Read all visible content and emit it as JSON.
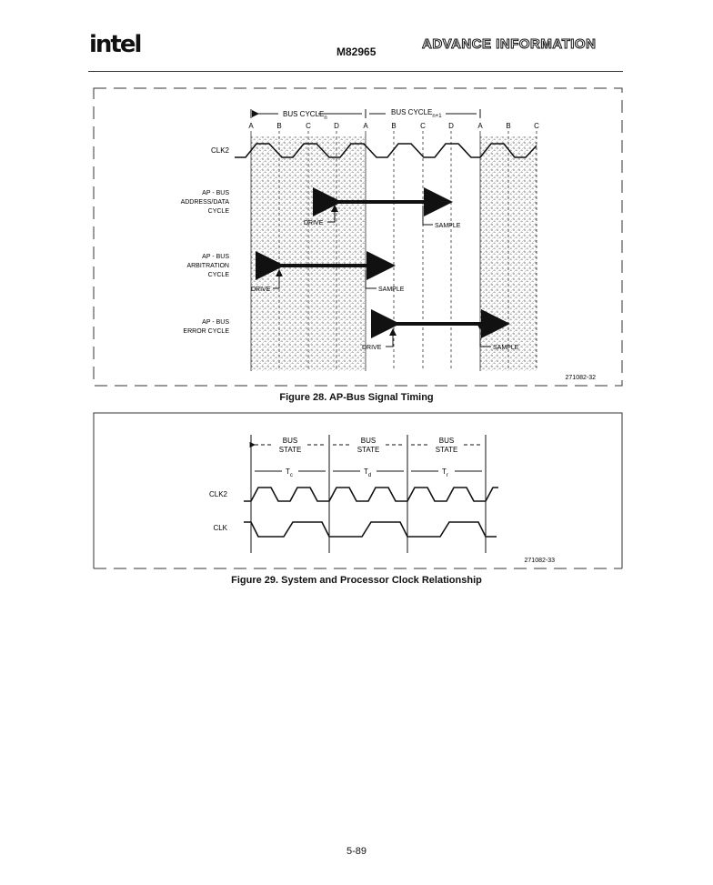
{
  "header": {
    "logo_text": "intel",
    "part_number": "M82965",
    "status": "ADVANCE INFORMATION"
  },
  "figure28": {
    "caption": "Figure 28. AP-Bus Signal Timing",
    "ref": "271082-32",
    "bus_cycle_n": "BUS CYCLE",
    "bus_cycle_n_sub": "n",
    "bus_cycle_n1": "BUS CYCLE",
    "bus_cycle_n1_sub": "n+1",
    "phase_labels": [
      "A",
      "B",
      "C",
      "D",
      "A",
      "B",
      "C",
      "D",
      "A",
      "B",
      "C"
    ],
    "clk_label": "CLK2",
    "rows": [
      {
        "l1": "AP - BUS",
        "l2": "ADDRESS/DATA",
        "l3": "CYCLE",
        "drive": "DRIVE",
        "sample": "SAMPLE"
      },
      {
        "l1": "AP - BUS",
        "l2": "ARBITRATION",
        "l3": "CYCLE",
        "drive": "DRIVE",
        "sample": "SAMPLE"
      },
      {
        "l1": "AP - BUS",
        "l2": "ERROR CYCLE",
        "drive": "DRIVE",
        "sample": "SAMPLE"
      }
    ]
  },
  "figure29": {
    "caption": "Figure 29. System and Processor Clock Relationship",
    "ref": "271082-33",
    "bus_state_1": "BUS",
    "state_1": "STATE",
    "t1": "T",
    "t1_sub": "c",
    "bus_state_2": "BUS",
    "state_2": "STATE",
    "t2": "T",
    "t2_sub": "d",
    "bus_state_3": "BUS",
    "state_3": "STATE",
    "t3": "T",
    "t3_sub": "r",
    "clk2_label": "CLK2",
    "clk_label": "CLK"
  },
  "footer": {
    "page": "5-89"
  }
}
